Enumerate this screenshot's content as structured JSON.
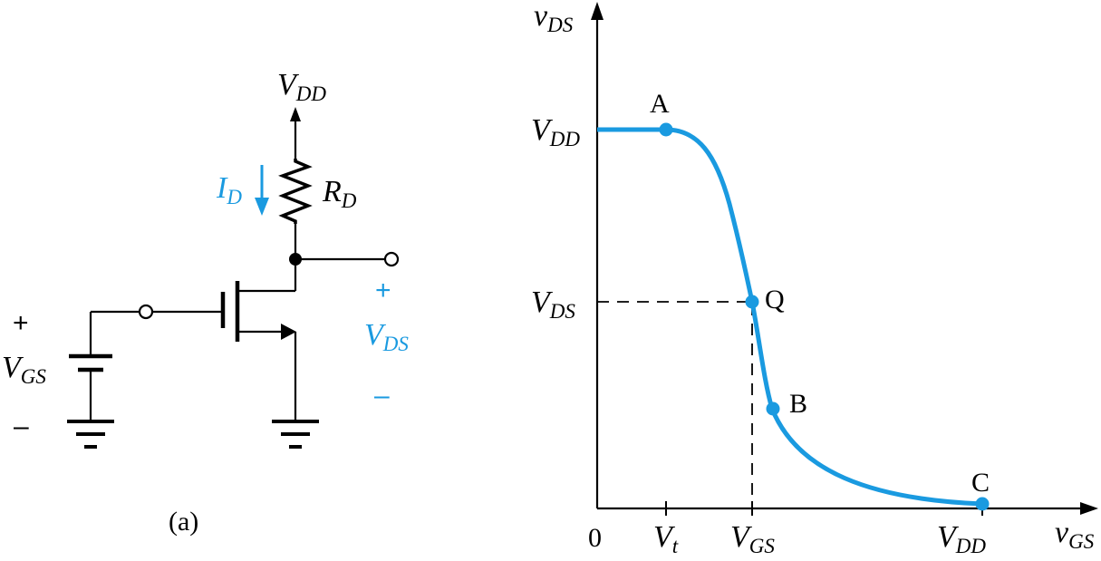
{
  "colors": {
    "ink": "#000000",
    "accent": "#1a9ae0"
  },
  "circuit": {
    "supply_label": {
      "main": "V",
      "sub": "DD"
    },
    "current_label": {
      "main": "I",
      "sub": "D"
    },
    "resistor_label": {
      "main": "R",
      "sub": "D"
    },
    "input_plus": "+",
    "input_minus": "–",
    "input_label": {
      "main": "V",
      "sub": "GS"
    },
    "output_plus": "+",
    "output_minus": "–",
    "output_label": {
      "main": "V",
      "sub": "DS"
    },
    "caption": "(a)"
  },
  "graph": {
    "y_axis_label": {
      "main": "v",
      "sub": "DS"
    },
    "x_axis_label": {
      "main": "v",
      "sub": "GS"
    },
    "origin_label": "0",
    "y_ticks": [
      {
        "main": "V",
        "sub": "DD"
      },
      {
        "main": "V",
        "sub": "DS"
      }
    ],
    "x_ticks": [
      {
        "main": "V",
        "sub": "t"
      },
      {
        "main": "V",
        "sub": "GS"
      },
      {
        "main": "V",
        "sub": "DD"
      }
    ],
    "points": [
      {
        "label": "A"
      },
      {
        "label": "Q"
      },
      {
        "label": "B"
      },
      {
        "label": "C"
      }
    ]
  }
}
